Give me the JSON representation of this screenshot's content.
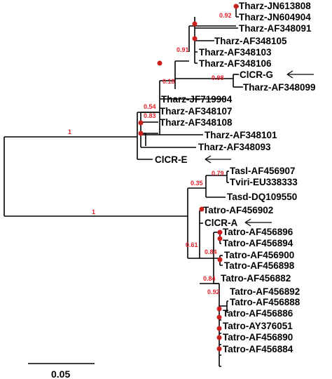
{
  "leaves": [
    "Tharz-JN613808",
    "Tharz-JN604904",
    "Tharz-AF348091",
    "Tharz-AF348105",
    "Tharz-AF348103",
    "Tharz-AF348106",
    "ClCR-G",
    "Tharz-AF348099",
    "Tharz-JF719904",
    "Tharz-AF348107",
    "Tharz-AF348108",
    "Tharz-AF348101",
    "Tharz-AF348093",
    "ClCR-E",
    "Tasl-AF456907",
    "Tviri-EU338333",
    "Tasd-DQ109550",
    "Tatro-AF456902",
    "ClCR-A",
    "Tatro-AF456896",
    "Tatro-AF456894",
    "Tatro-AF456900",
    "Tatro-AF456898",
    "Tatro-AF456882",
    "Tatro-AF456892",
    "Tatro-AF456888",
    "Tatro-AF456886",
    "Tatro-AY376051",
    "Tatro-AF456890",
    "Tatro-AF456884"
  ],
  "support_values": [
    "1",
    "0.54",
    "0.18",
    "0.91",
    "0.92",
    "0.98",
    "0.83",
    "1",
    "0.35",
    "0.79",
    "0.61",
    "0.84",
    "0.84",
    "0.92"
  ],
  "scale_bar": {
    "label": "0.05"
  }
}
